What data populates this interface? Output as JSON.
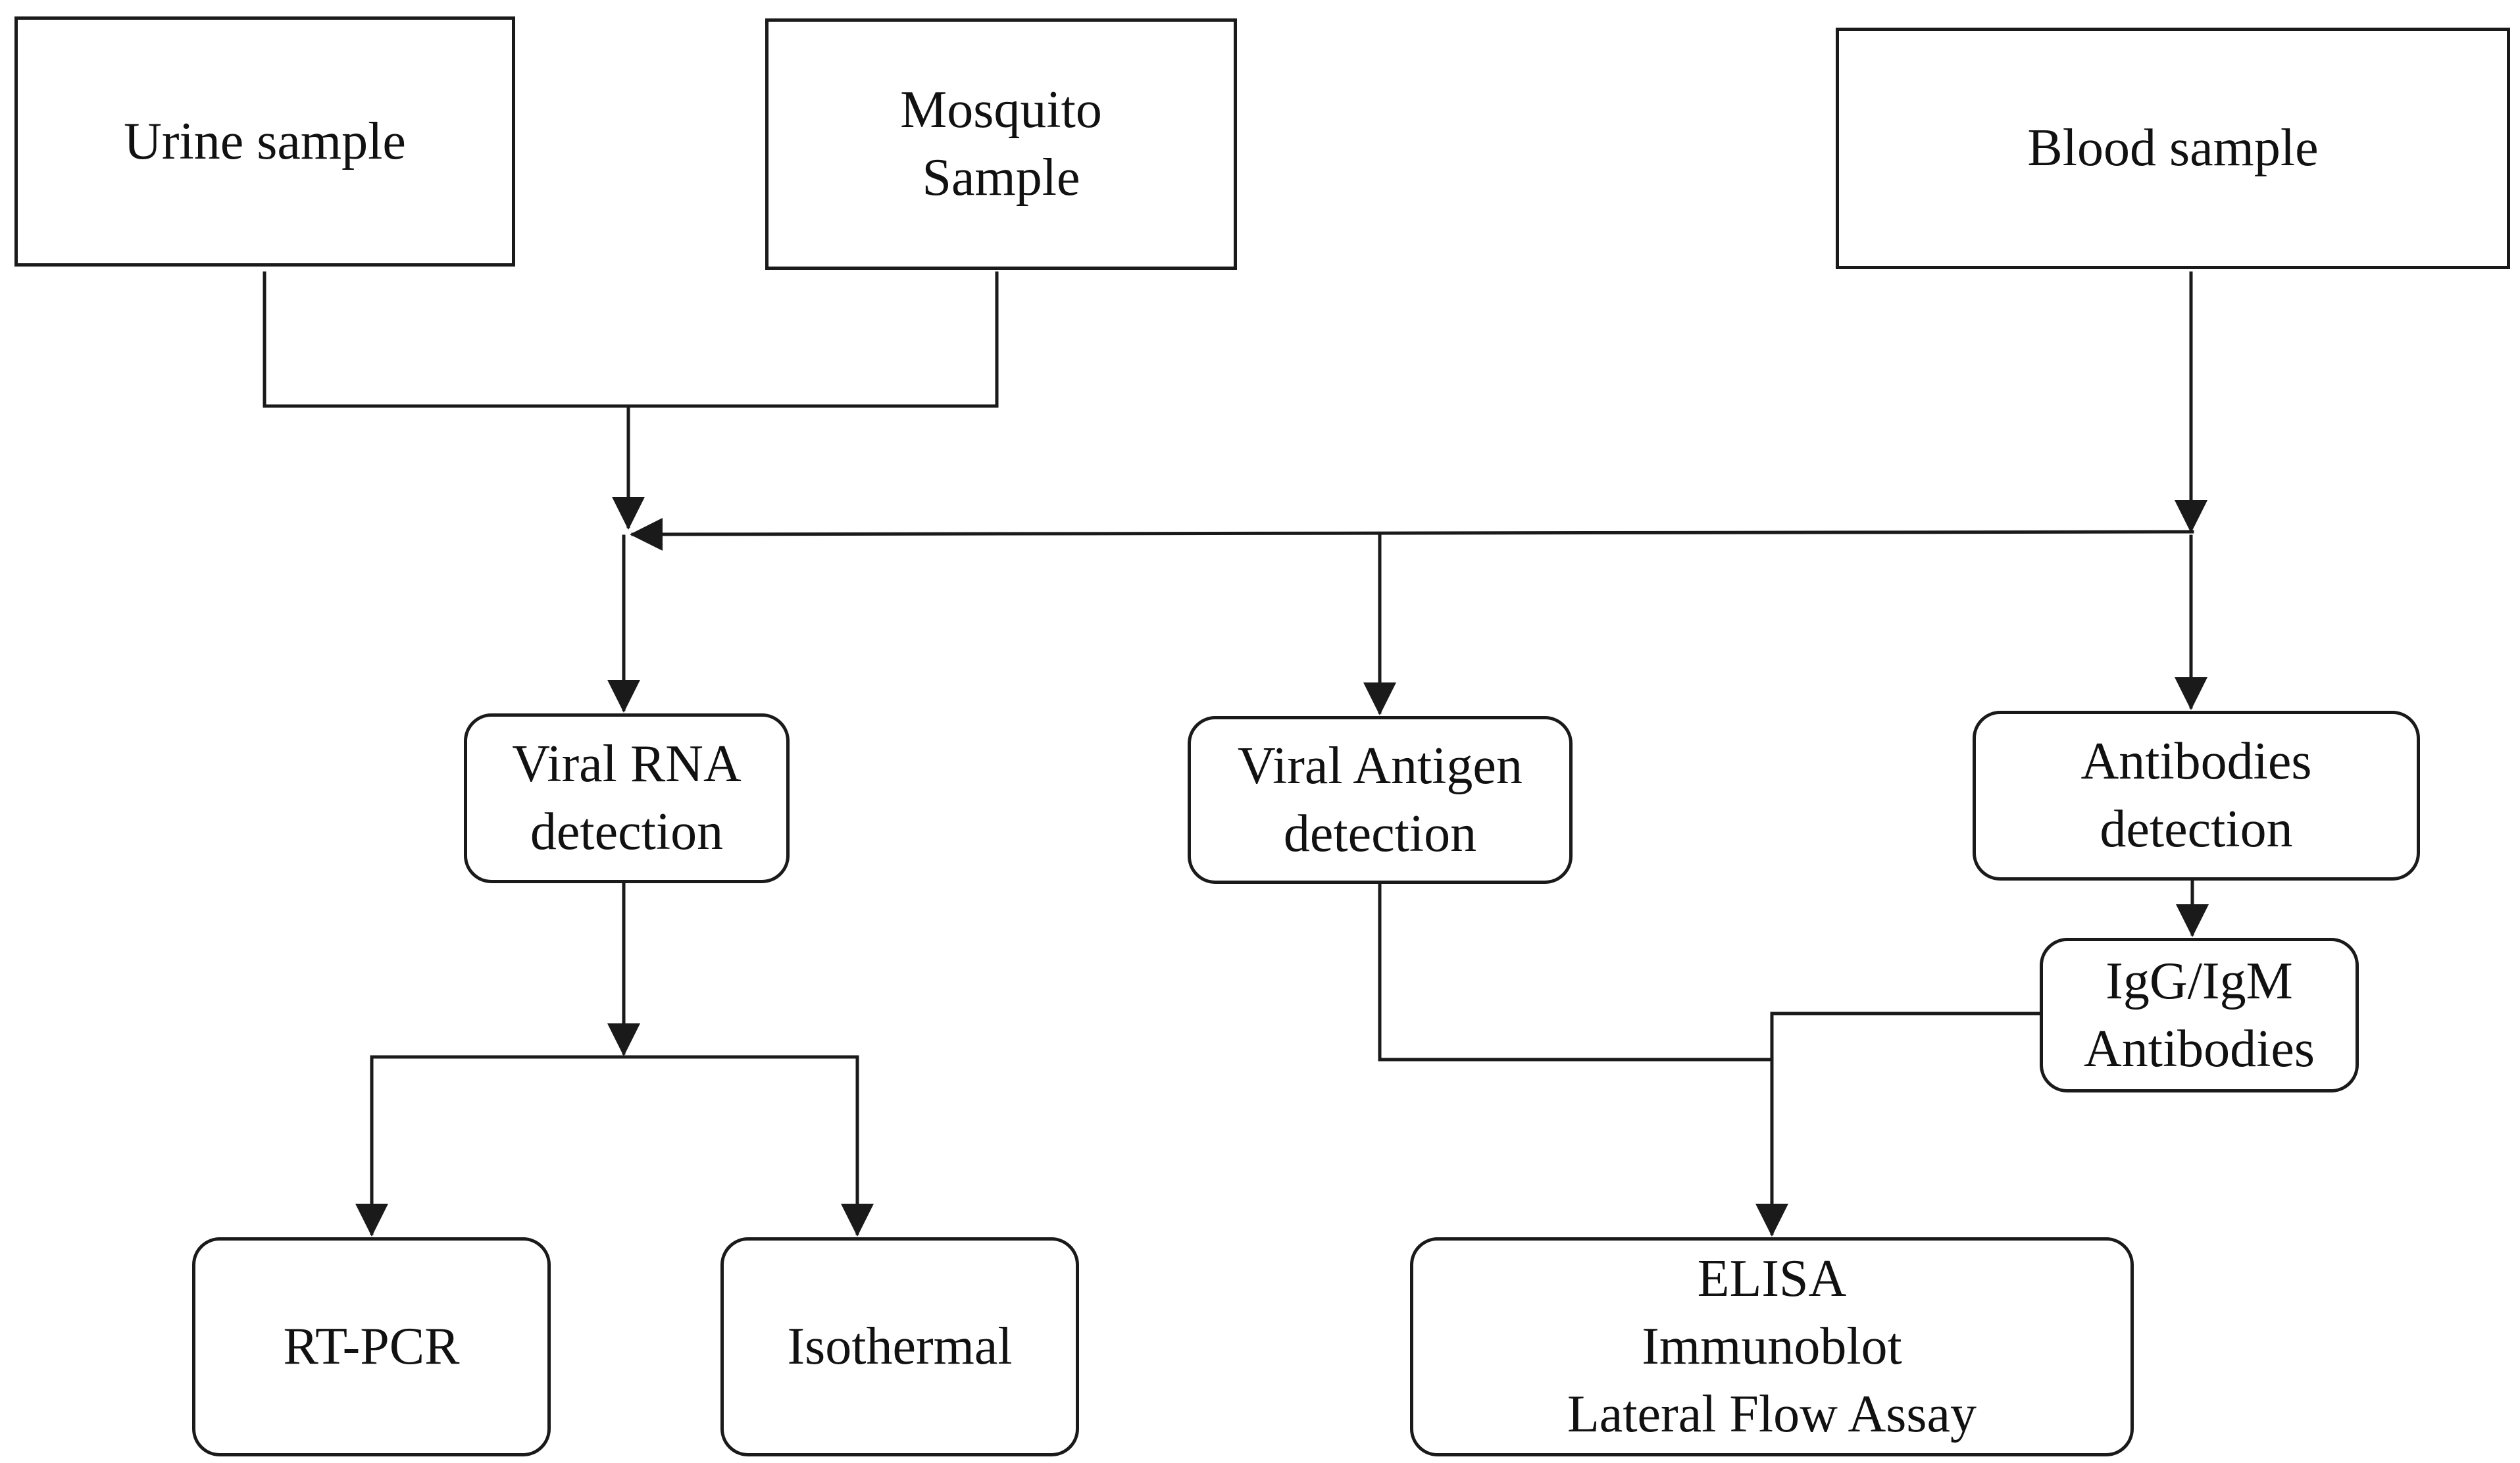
{
  "sources": {
    "urine": "Urine sample",
    "mosquito": [
      "Mosquito",
      "Sample"
    ],
    "blood": "Blood sample"
  },
  "detection": {
    "viral_rna": [
      "Viral RNA",
      "detection"
    ],
    "viral_antigen": [
      "Viral Antigen",
      "detection"
    ],
    "antibodies": [
      "Antibodies",
      "detection"
    ],
    "igg_igm": [
      "IgG/IgM",
      "Antibodies"
    ]
  },
  "methods": {
    "rt_pcr": "RT-PCR",
    "isothermal": "Isothermal",
    "immunoassays": [
      "ELISA",
      "Immunoblot",
      "Lateral Flow Assay"
    ]
  },
  "colors": {
    "line": "#1a1a1a",
    "background": "#ffffff"
  }
}
